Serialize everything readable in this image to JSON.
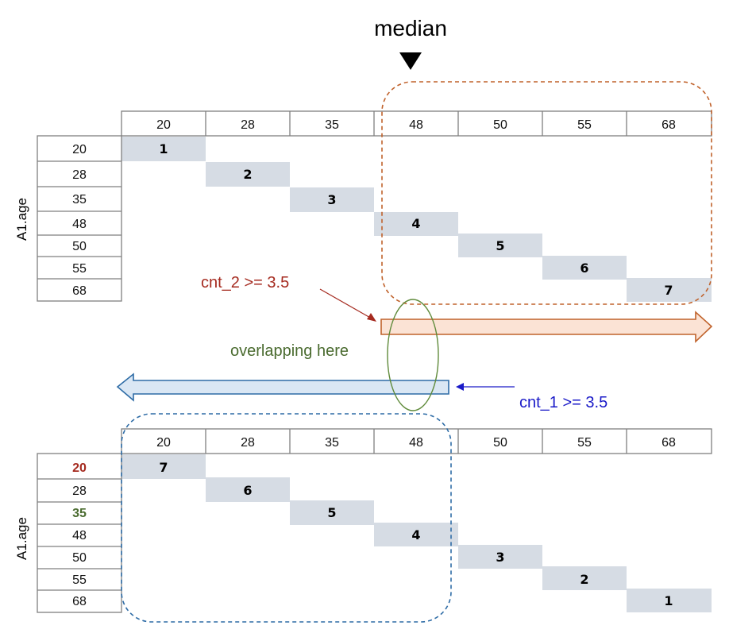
{
  "title": "median",
  "colors": {
    "grid_line": "#7f7f7f",
    "diag_fill": "#d6dce4",
    "median_marker": "#000000",
    "red_text": "#a52a1f",
    "green_text": "#4a6b2f",
    "blue_text": "#1a1ac8",
    "orange_dash": "#c0622b",
    "blue_dash": "#2e6ca6",
    "orange_arrow_fill": "#fbe3d5",
    "orange_arrow_stroke": "#c0622b",
    "blue_arrow_fill": "#dae7f4",
    "blue_arrow_stroke": "#2e6ca6",
    "ellipse": "#5f8a3a"
  },
  "annotations": {
    "cnt2": "cnt_2 >= 3.5",
    "cnt1": "cnt_1 >= 3.5",
    "overlap": "overlapping here"
  },
  "top_table": {
    "row_axis_label": "A1.age",
    "columns": [
      "20",
      "28",
      "35",
      "48",
      "50",
      "55",
      "68"
    ],
    "rows": [
      "20",
      "28",
      "35",
      "48",
      "50",
      "55",
      "68"
    ],
    "diagonal": [
      "1",
      "2",
      "3",
      "4",
      "5",
      "6",
      "7"
    ]
  },
  "bottom_table": {
    "row_axis_label": "A1.age",
    "columns": [
      "20",
      "28",
      "35",
      "48",
      "50",
      "55",
      "68"
    ],
    "rows": [
      "20",
      "28",
      "35",
      "48",
      "50",
      "55",
      "68"
    ],
    "row_colors": [
      "red",
      null,
      "green",
      null,
      null,
      null,
      null
    ],
    "diagonal": [
      "7",
      "6",
      "5",
      "4",
      "3",
      "2",
      "1"
    ]
  }
}
